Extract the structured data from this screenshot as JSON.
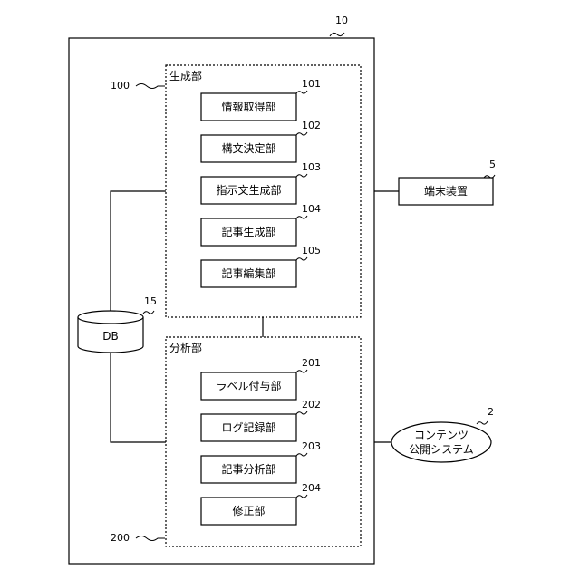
{
  "system": {
    "ref": "10"
  },
  "generation": {
    "ref": "100",
    "title": "生成部",
    "units": [
      {
        "label": "情報取得部",
        "ref": "101"
      },
      {
        "label": "構文決定部",
        "ref": "102"
      },
      {
        "label": "指示文生成部",
        "ref": "103"
      },
      {
        "label": "記事生成部",
        "ref": "104"
      },
      {
        "label": "記事編集部",
        "ref": "105"
      }
    ]
  },
  "analysis": {
    "ref": "200",
    "title": "分析部",
    "units": [
      {
        "label": "ラベル付与部",
        "ref": "201"
      },
      {
        "label": "ログ記録部",
        "ref": "202"
      },
      {
        "label": "記事分析部",
        "ref": "203"
      },
      {
        "label": "修正部",
        "ref": "204"
      }
    ]
  },
  "db": {
    "label": "DB",
    "ref": "15"
  },
  "terminal": {
    "label": "端末装置",
    "ref": "5"
  },
  "publishing": {
    "line1": "コンテンツ",
    "line2": "公開システム",
    "ref": "2"
  }
}
